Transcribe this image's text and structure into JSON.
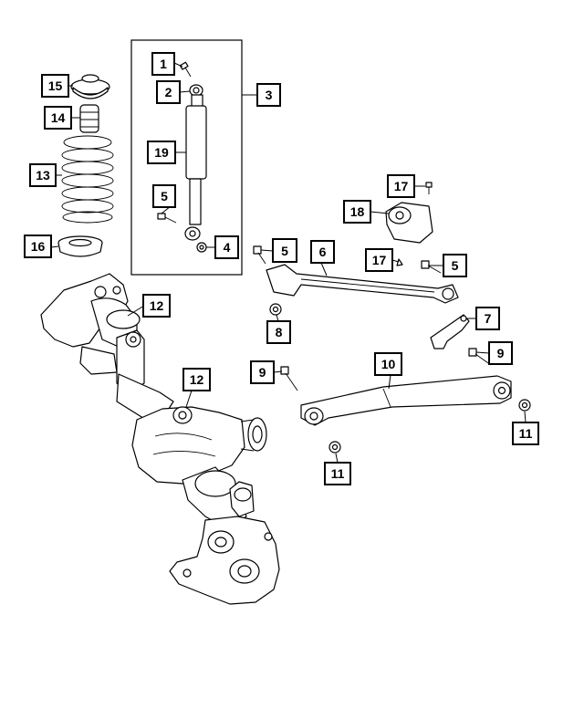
{
  "callouts": {
    "c1": "1",
    "c2": "2",
    "c3": "3",
    "c4": "4",
    "c5a": "5",
    "c5b": "5",
    "c5c": "5",
    "c6": "6",
    "c7": "7",
    "c8": "8",
    "c9a": "9",
    "c9b": "9",
    "c10": "10",
    "c11a": "11",
    "c11b": "11",
    "c12a": "12",
    "c12b": "12",
    "c13": "13",
    "c14": "14",
    "c15": "15",
    "c16": "16",
    "c17a": "17",
    "c17b": "17",
    "c18": "18",
    "c19": "19"
  },
  "colors": {
    "line": "#000000",
    "background": "#ffffff",
    "shade": "#d9d9d9"
  }
}
